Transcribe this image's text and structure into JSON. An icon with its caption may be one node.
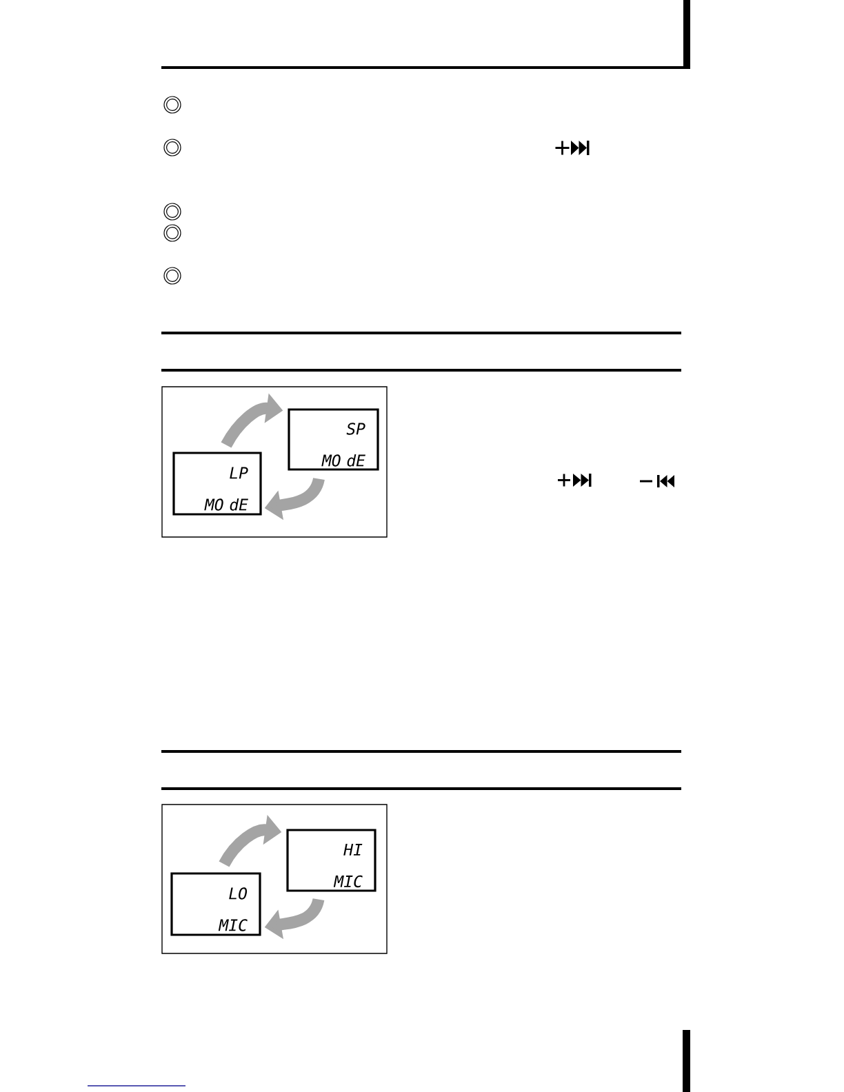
{
  "diagram": {
    "nodes": [
      {
        "text": [],
        "shape": "box"
      },
      {
        "text": [
          "SP",
          "MO dE"
        ],
        "in": 0
      },
      {
        "text": [
          "LP",
          "MO dE"
        ],
        "in": 0
      },
      {
        "text": [],
        "shape": "box"
      },
      {
        "text": [
          "HI",
          "MIC"
        ],
        "in": 3
      },
      {
        "text": [
          "LO",
          "MIC"
        ],
        "in": 3
      }
    ],
    "edges": [
      {
        "from": 2,
        "to": 1,
        "arrow": "to"
      },
      {
        "from": 1,
        "to": 2,
        "arrow": "to"
      },
      {
        "from": 5,
        "to": 4,
        "arrow": "to"
      },
      {
        "from": 4,
        "to": 5,
        "arrow": "to"
      }
    ]
  }
}
